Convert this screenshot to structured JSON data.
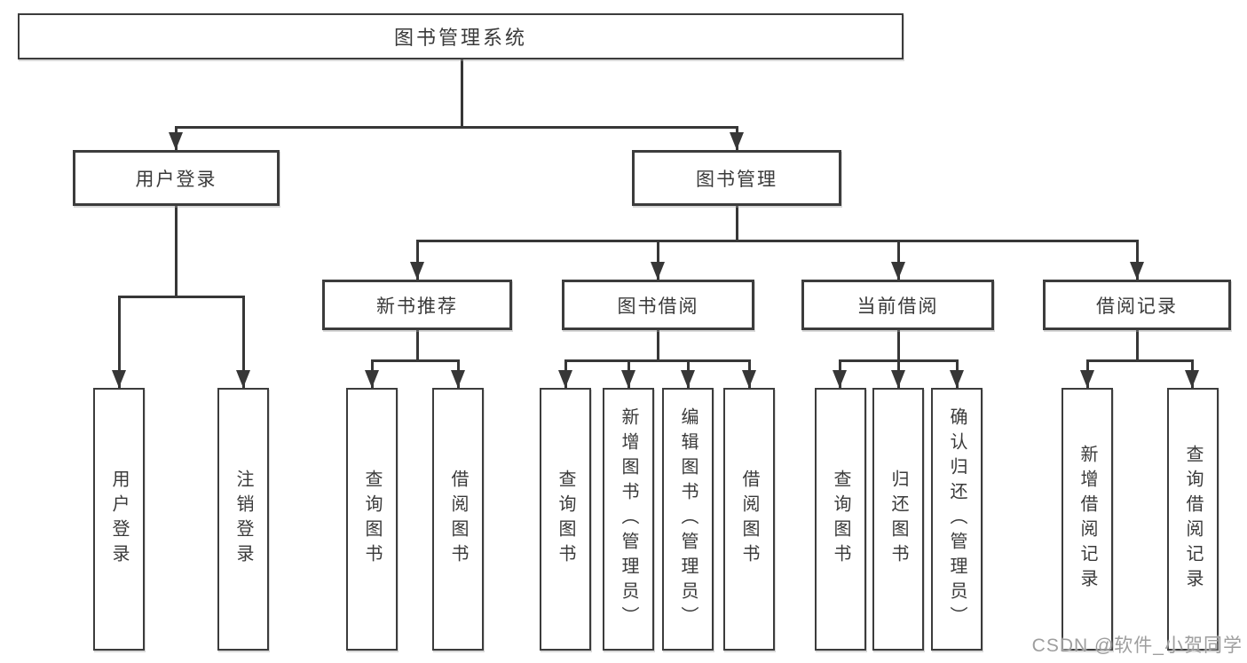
{
  "tree": {
    "root": "图书管理系统",
    "children": [
      {
        "label": "用户登录",
        "children": [
          "用户登录",
          "注销登录"
        ]
      },
      {
        "label": "图书管理",
        "children": [
          {
            "label": "新书推荐",
            "children": [
              "查询图书",
              "借阅图书"
            ]
          },
          {
            "label": "图书借阅",
            "children": [
              "查询图书",
              "新增图书（管理员）",
              "编辑图书（管理员）",
              "借阅图书"
            ]
          },
          {
            "label": "当前借阅",
            "children": [
              "查询图书",
              "归还图书",
              "确认归还（管理员）"
            ]
          },
          {
            "label": "借阅记录",
            "children": [
              "新增借阅记录",
              "查询借阅记录"
            ]
          }
        ]
      }
    ]
  },
  "watermark": {
    "text": "CSDN @软件_小贺同学"
  },
  "colors": {
    "line": "#373737",
    "border": "#3c3c3c",
    "text": "#3a3a3a",
    "watermark": "#9e9e9e",
    "background": "#ffffff"
  }
}
